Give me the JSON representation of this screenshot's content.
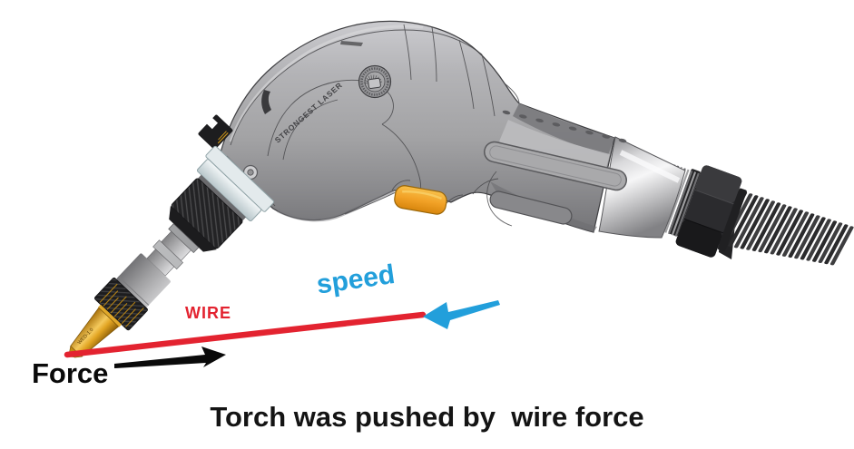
{
  "diagram": {
    "caption": "Torch was pushed by  wire force",
    "labels": {
      "wire": "WIRE",
      "speed": "speed",
      "force": "Force"
    },
    "torch": {
      "branding": "STRONGEST LASER",
      "tip_marking": "WED-1.0"
    },
    "colors": {
      "wire_red": "#e32330",
      "speed_blue": "#229fdb",
      "force_black": "#0a0a0a",
      "body_gray": "#a6a6a8",
      "tip_gold": "#d99a1e",
      "trigger_orange": "#f2a227",
      "background": "#ffffff"
    }
  }
}
